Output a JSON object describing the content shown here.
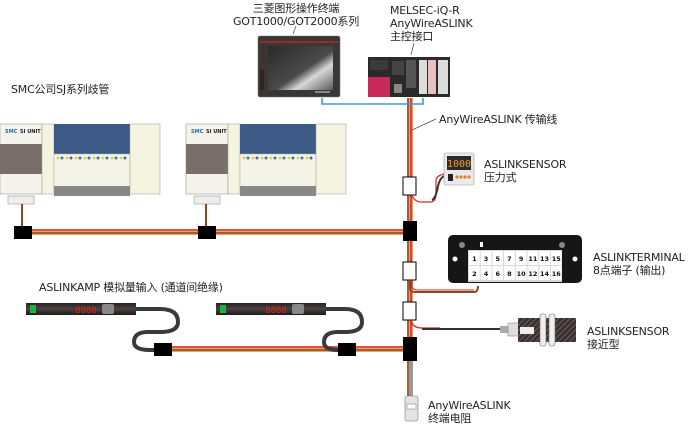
{
  "labels": {
    "got": [
      "三菱图形操作终端",
      "GOT1000/GOT2000系列"
    ],
    "melsec": [
      "MELSEC-iQ-R",
      "AnyWireASLINK",
      "主控接口"
    ],
    "smc": "SMC公司SJ系列歧管",
    "cable": "AnyWireASLINK 传输线",
    "pressure_sensor": [
      "ASLINKSENSOR",
      "压力式"
    ],
    "terminal": [
      "ASLINKTERMINAL",
      "8点端子 (输出)"
    ],
    "amp": "ASLINKAMP 模拟量输入 (通道间绝缘)",
    "proximity_sensor": [
      "ASLINKSENSOR",
      "接近型"
    ],
    "terminator": [
      "AnyWireASLINK",
      "终端电阻"
    ]
  },
  "devices": {
    "smc_unit_brand": "SMC",
    "smc_unit_name": "SI UNIT",
    "pressure_display": "1000",
    "amp_display": "8888",
    "terminal_top_row": [
      "1",
      "3",
      "5",
      "7",
      "9",
      "11",
      "13",
      "15"
    ],
    "terminal_bottom_row": [
      "2",
      "4",
      "6",
      "8",
      "10",
      "12",
      "14",
      "16"
    ]
  },
  "colors": {
    "cable_red": "#e02020",
    "cable_brown": "#8b4a1c",
    "cable_orange": "#e8a070",
    "ethernet_blue": "#3a9ad9",
    "got_bezel": "#3a3636",
    "plc_red": "#c8285a",
    "valve_blue": "#3d5a86",
    "manifold_cream": "#f6f6e6"
  }
}
